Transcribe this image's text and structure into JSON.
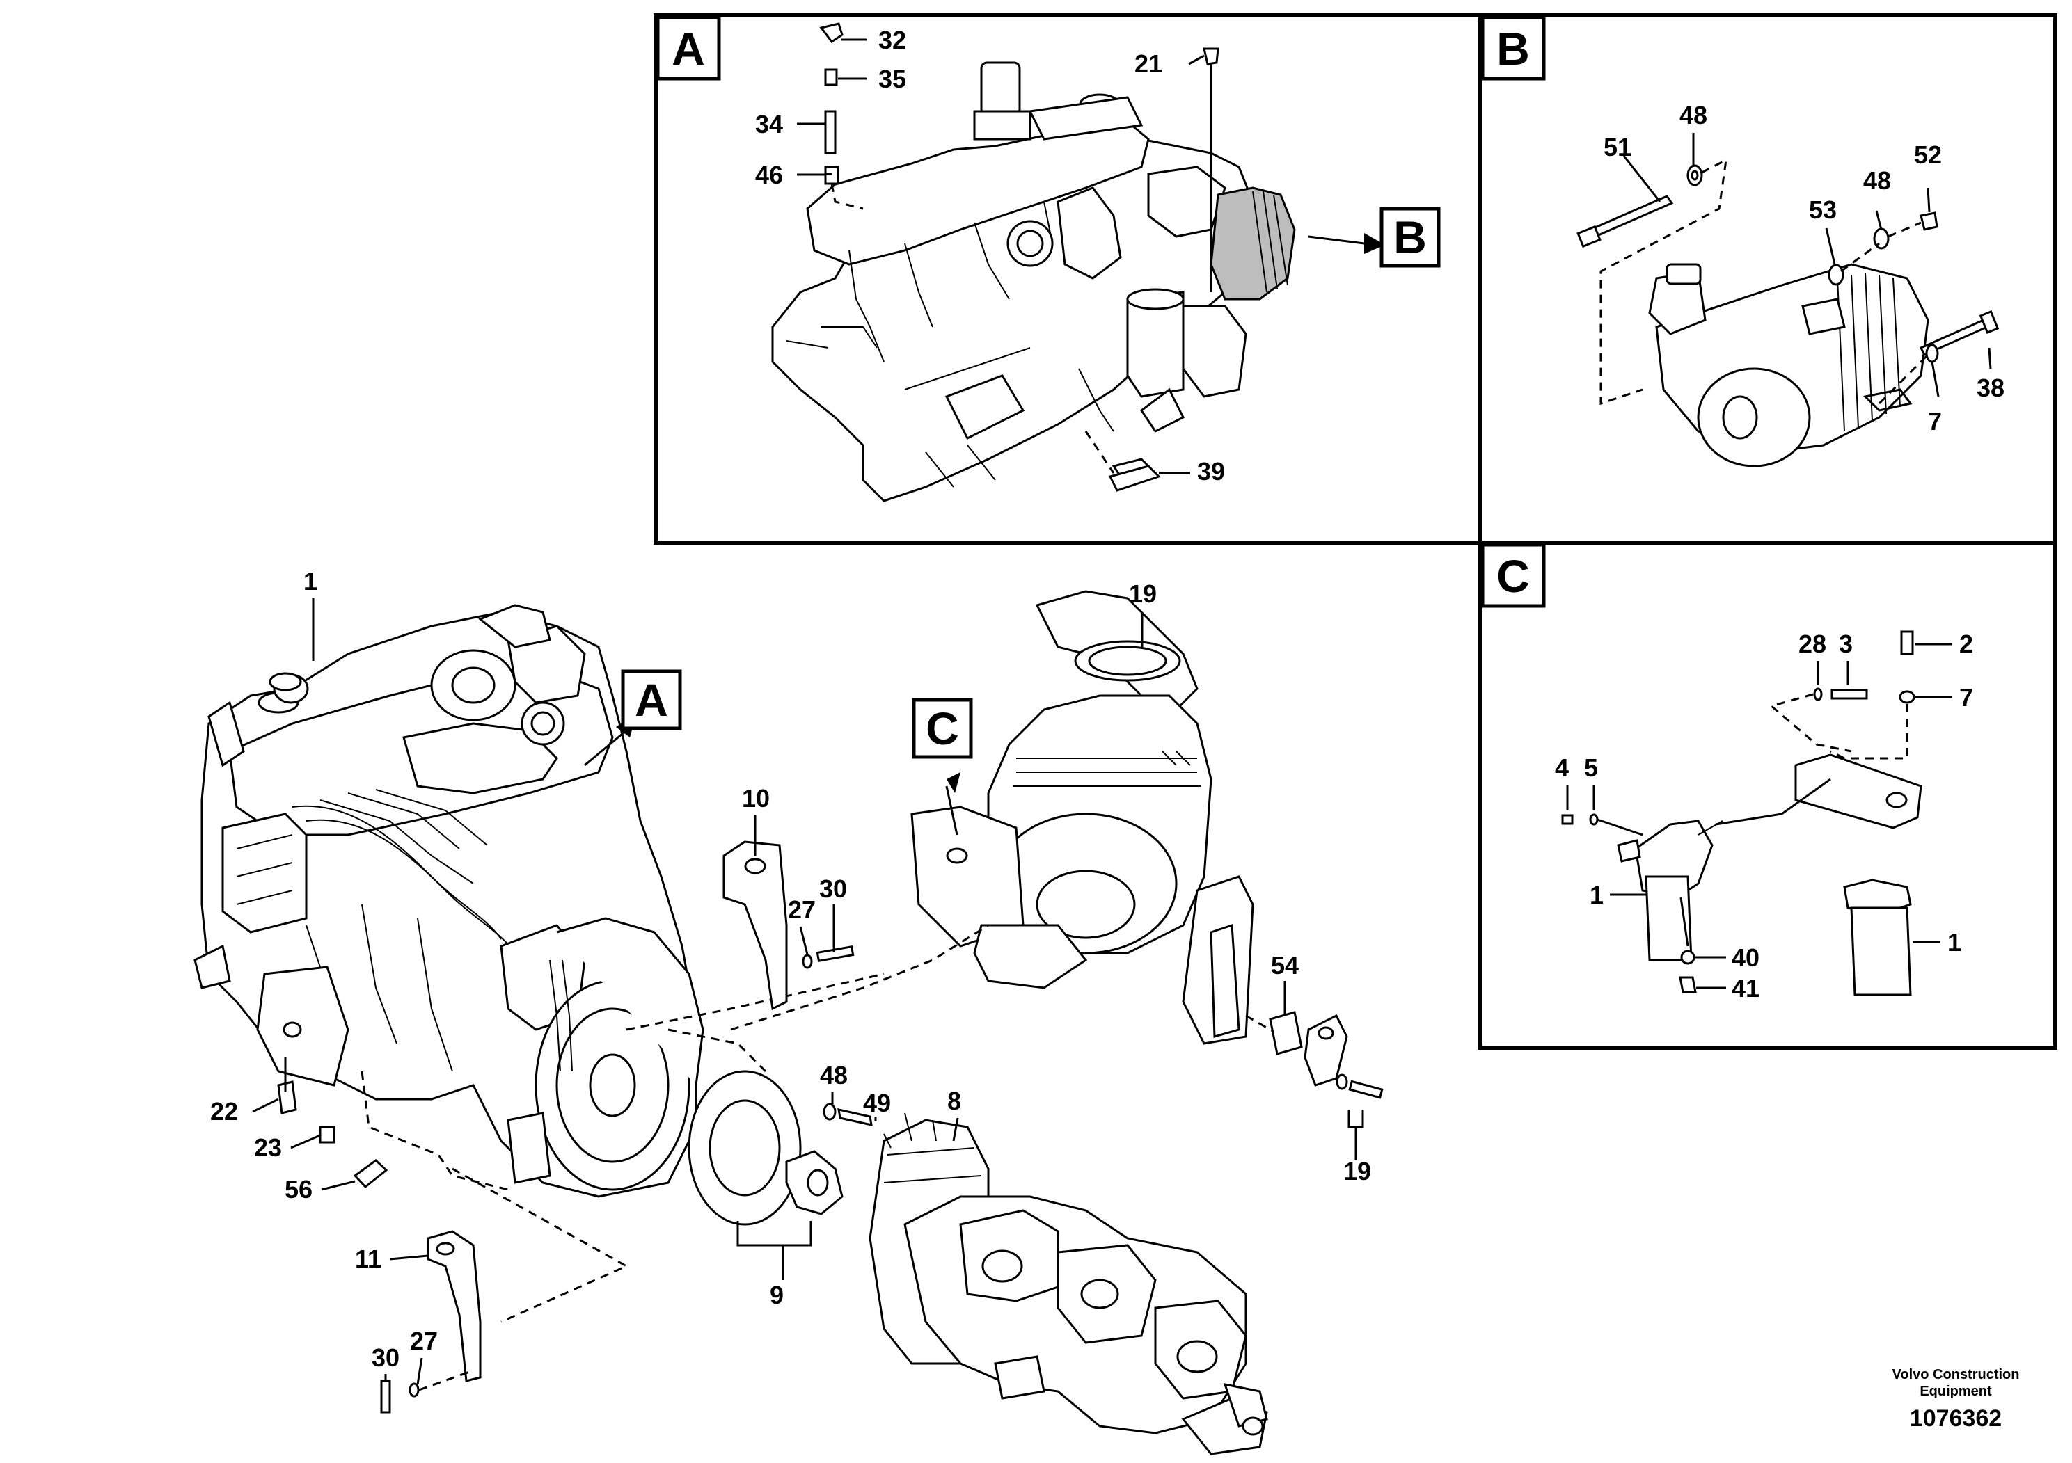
{
  "panels": {
    "a": {
      "tag": "A"
    },
    "b": {
      "tag": "B"
    },
    "c": {
      "tag": "C"
    }
  },
  "callouts": {
    "a_ref": "A",
    "b_ref": "B",
    "c_ref": "C"
  },
  "labels": {
    "a": [
      "32",
      "35",
      "34",
      "46",
      "21",
      "39"
    ],
    "b": [
      "51",
      "48",
      "52",
      "53",
      "48",
      "38",
      "7"
    ],
    "c": [
      "28",
      "3",
      "2",
      "7",
      "4",
      "5",
      "1",
      "1",
      "40",
      "41"
    ],
    "main": [
      "1",
      "19",
      "10",
      "30",
      "27",
      "54",
      "22",
      "23",
      "56",
      "48",
      "49",
      "8",
      "9",
      "19",
      "11",
      "30",
      "27"
    ]
  },
  "footer": {
    "company_line1": "Volvo Construction",
    "company_line2": "Equipment",
    "doc_number": "1076362"
  }
}
